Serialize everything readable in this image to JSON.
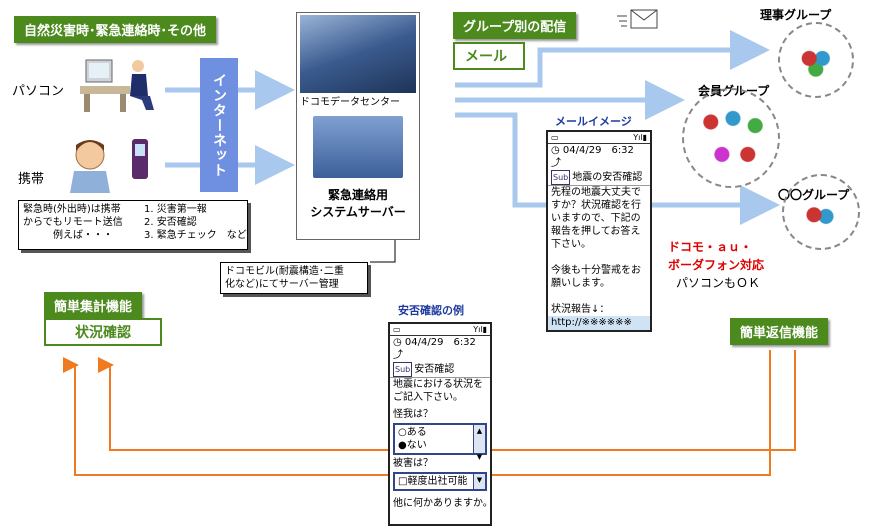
{
  "labels": {
    "disaster": "自然災害時･緊急連絡時･その他",
    "pc": "パソコン",
    "mobile": "携帯",
    "internet": "インターネット",
    "datacenter": "ドコモデータセンター",
    "server_line1": "緊急連絡用",
    "server_line2": "システムサーバー",
    "group_delivery": "グループ別の配信",
    "mail": "メール",
    "mail_image": "メールイメージ",
    "board_group": "理事グループ",
    "member_group": "会員グループ",
    "oo_group": "〇〇グループ",
    "easy_aggregate": "簡単集計機能",
    "status_check": "状況確認",
    "easy_reply": "簡単返信機能",
    "safety_example": "安否確認の例",
    "carrier_line1": "ドコモ・ａｕ・",
    "carrier_line2": "ボーダフォン対応",
    "carrier_line3": "パソコンもＯＫ"
  },
  "notes": {
    "remote_line1": "緊急時(外出時)は携帯",
    "remote_line2": "からでもリモート送信",
    "remote_line3": "例えば・・・",
    "list1": "1. 災害第一報",
    "list2": "2. 安否確認",
    "list3": "3. 緊急チェック　など",
    "docomo_line1": "ドコモビル(耐震構造･二重",
    "docomo_line2": "化など)にてサーバー管理"
  },
  "mail_phone": {
    "datetime": "04/4/29　6:32",
    "subject": "地震の安否確認",
    "body": [
      "先程の地震大丈夫で",
      "すか？状況確認を行",
      "いますので、下記の",
      "報告を押してお答え",
      "下さい。",
      "",
      "今後も十分警戒をお",
      "願いします。",
      "",
      "状況報告↓："
    ],
    "link": [
      "http://※※※※※※",
      "※※※※※※※※※",
      "※※※※※※"
    ]
  },
  "safety_phone": {
    "datetime": "04/4/29　6:32",
    "subject": "安否確認",
    "body": [
      "地震における状況を",
      "ご記入下さい。"
    ],
    "q1": "怪我は？",
    "opt1": "○ある",
    "opt2": "●ない",
    "q2": "被害は？",
    "select": "□軽度出社可能",
    "footer": "他に何かありますか。"
  },
  "colors": {
    "green": "#4c8a1e",
    "blue_arrow": "#a8c8ee",
    "orange_arrow": "#f07a20",
    "internet_bar": "#6f8fe0",
    "red_text": "#e00000"
  }
}
